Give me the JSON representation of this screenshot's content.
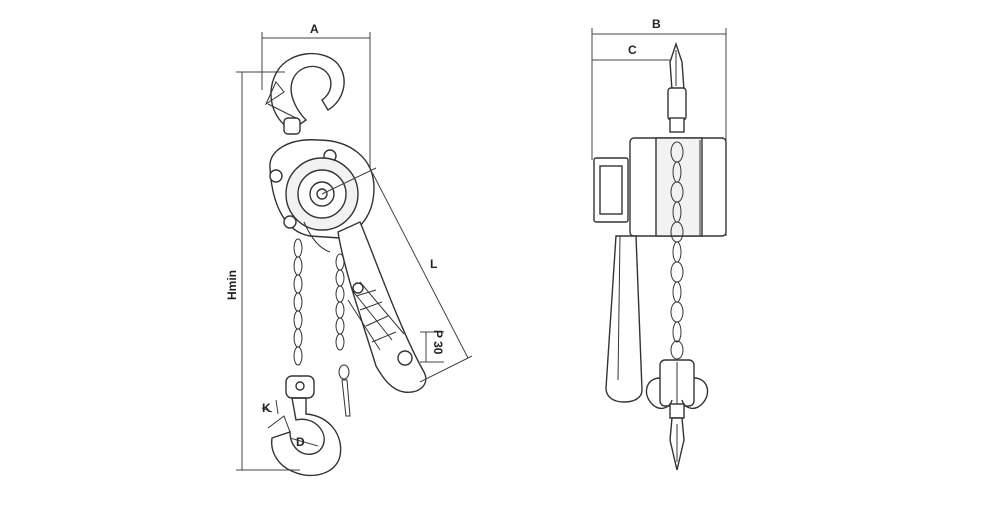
{
  "labels": {
    "a": "A",
    "b": "B",
    "c": "C",
    "l": "L",
    "hmin": "Hmin",
    "k": "K",
    "d": "D",
    "p30": "P 30"
  }
}
